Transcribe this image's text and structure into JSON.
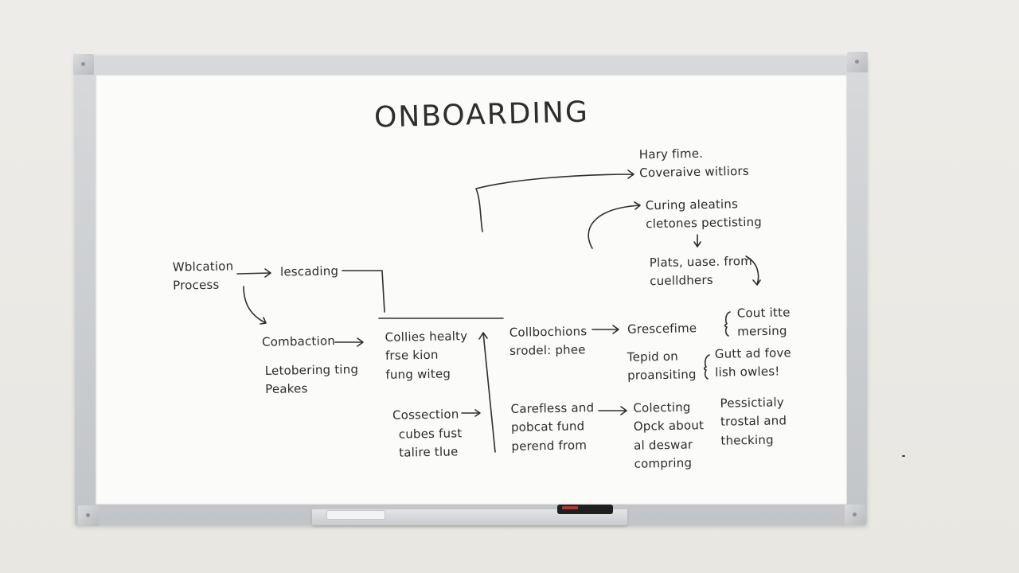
{
  "board": {
    "title": "ONBOARDING",
    "notes": {
      "welcome": "Wblcation\nProcess",
      "leading": "lescading",
      "combaction": "Combaction",
      "letobering": "Letobering ting\nPeakes",
      "collies": "Collies healty\nfrse kion\nfung witeg",
      "connection": "Cossection",
      "cubes": "cubes fust\ntalire tlue",
      "hary": "Hary fime.\nCoveraive witliors",
      "curing": "Curing aleatins\ncletones pectisting",
      "plats": "Plats, uase. from\ncuelldhers",
      "collbochions": "Collbochions\nsrodel: phee",
      "grescefime": "Grescefime",
      "cout": "Cout itte\nmersing",
      "tepid": "Tepid on\nproansiting",
      "gutt": "Gutt ad fove\nlish owles!",
      "carefless": "Carefless and\npobcat fund\nperend from",
      "colecting": "Colecting\nOpck about\nal deswar\ncompring",
      "pessictialy": "Pessictialy\ntrostal and\nthecking"
    }
  }
}
